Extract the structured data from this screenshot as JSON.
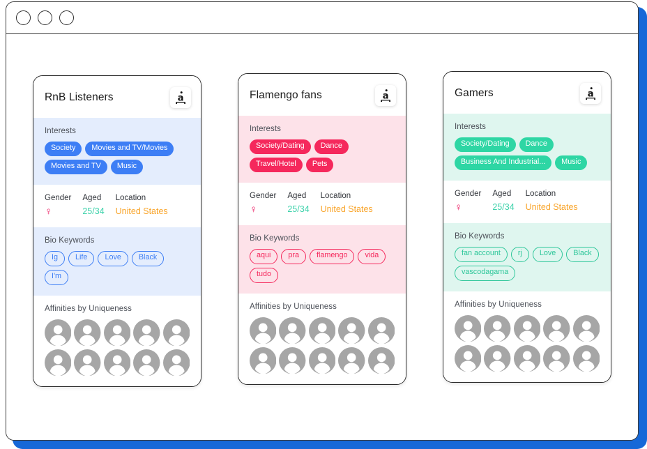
{
  "window": {
    "controls": [
      "window-close",
      "window-minimize",
      "window-maximize"
    ],
    "accent_color": "#1668d8",
    "chrome_border": "#3a3a3a"
  },
  "cards": [
    {
      "title": "RnB Listeners",
      "brand_icon": "audiense-a-logo-icon",
      "theme": {
        "name": "blue",
        "chip_fill": "#3d7ef5",
        "chip_text": "#ffffff",
        "outline": "#3d7ef5",
        "tint": "#e4edfd"
      },
      "interests": {
        "label": "Interests",
        "items": [
          "Society",
          "Movies and TV/Movies",
          "Movies and TV",
          "Music"
        ]
      },
      "demographics": {
        "headers": [
          "Gender",
          "Aged",
          "Location"
        ],
        "gender": "♀",
        "gender_label": "Female",
        "age": "25/34",
        "location": "United States",
        "age_color": "#3ed2ab",
        "location_color": "#f9a52b",
        "gender_color": "#ec1d63"
      },
      "bio": {
        "label": "Bio Keywords",
        "items": [
          "Ig",
          "Life",
          "Love",
          "Black",
          "I'm"
        ]
      },
      "affinities": {
        "label": "Affinities by Uniqueness",
        "count": 10
      }
    },
    {
      "title": "Flamengo fans",
      "brand_icon": "audiense-a-logo-icon",
      "theme": {
        "name": "red",
        "chip_fill": "#f5285c",
        "chip_text": "#ffffff",
        "outline": "#f5285c",
        "tint": "#fde2e9"
      },
      "interests": {
        "label": "Interests",
        "items": [
          "Society/Dating",
          "Dance",
          "Travel/Hotel",
          "Pets"
        ]
      },
      "demographics": {
        "headers": [
          "Gender",
          "Aged",
          "Location"
        ],
        "gender": "♀",
        "gender_label": "Female",
        "age": "25/34",
        "location": "United States",
        "age_color": "#3ed2ab",
        "location_color": "#f9a52b",
        "gender_color": "#ec1d63"
      },
      "bio": {
        "label": "Bio Keywords",
        "items": [
          "aqui",
          "pra",
          "flamengo",
          "vida",
          "tudo"
        ]
      },
      "affinities": {
        "label": "Affinities by Uniqueness",
        "count": 10
      }
    },
    {
      "title": "Gamers",
      "brand_icon": "audiense-a-logo-icon",
      "theme": {
        "name": "teal",
        "chip_fill": "#2ed6a4",
        "chip_text": "#ffffff",
        "outline": "#2ec79a",
        "tint": "#dff6ef"
      },
      "interests": {
        "label": "Interests",
        "items": [
          "Society/Dating",
          "Dance",
          "Business And Industrial...",
          "Music"
        ]
      },
      "demographics": {
        "headers": [
          "Gender",
          "Aged",
          "Location"
        ],
        "gender": "♀",
        "gender_label": "Female",
        "age": "25/34",
        "location": "United States",
        "age_color": "#3ed2ab",
        "location_color": "#f9a52b",
        "gender_color": "#ec1d63"
      },
      "bio": {
        "label": "Bio Keywords",
        "items": [
          "fan account",
          "rj",
          "Love",
          "Black",
          "vascodagama"
        ]
      },
      "affinities": {
        "label": "Affinities by Uniqueness",
        "count": 10
      }
    }
  ]
}
